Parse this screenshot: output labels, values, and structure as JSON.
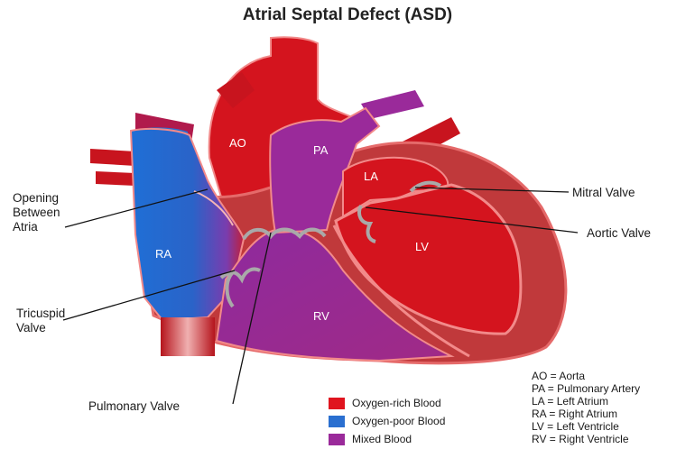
{
  "title": "Atrial Septal Defect (ASD)",
  "chambers": {
    "ao": "AO",
    "pa": "PA",
    "la": "LA",
    "lv": "LV",
    "ra": "RA",
    "rv": "RV"
  },
  "callouts": {
    "opening": [
      "Opening",
      "Between",
      "Atria"
    ],
    "tricuspid": [
      "Tricuspid",
      "Valve"
    ],
    "pulmonary": "Pulmonary Valve",
    "mitral": "Mitral Valve",
    "aortic": "Aortic Valve"
  },
  "legend": [
    {
      "label": "Oxygen-rich Blood",
      "color": "#e0141e"
    },
    {
      "label": "Oxygen-poor Blood",
      "color": "#2a6fd0"
    },
    {
      "label": "Mixed Blood",
      "color": "#9a2a9a"
    }
  ],
  "abbreviations": [
    "AO = Aorta",
    "PA = Pulmonary Artery",
    "LA = Left Atrium",
    "RA = Right Atrium",
    "LV = Left Ventricle",
    "RV = Right Ventricle"
  ],
  "colors": {
    "oxygen_rich": "#e0141e",
    "oxygen_poor": "#2a6fd0",
    "mixed": "#9a2a9a",
    "heart_wall": "#c0393b",
    "wall_edge": "#f28a8a",
    "valve": "#a9a9a9"
  }
}
